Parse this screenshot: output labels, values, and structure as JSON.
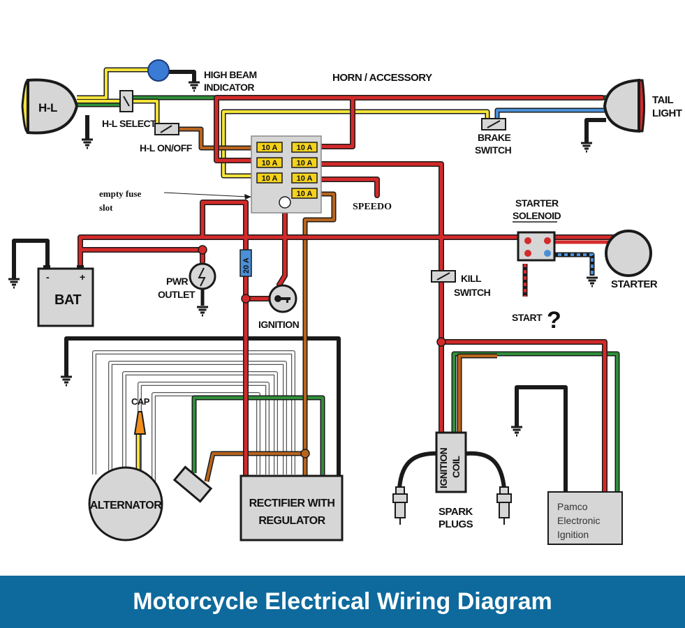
{
  "labels": {
    "headlight": "H-L",
    "high_beam_indicator_1": "HIGH BEAM",
    "high_beam_indicator_2": "INDICATOR",
    "hl_select": "H-L SELECT",
    "hl_onoff": "H-L ON/OFF",
    "horn_accessory": "HORN / ACCESSORY",
    "tail_light_1": "TAIL",
    "tail_light_2": "LIGHT",
    "brake_switch_1": "BRAKE",
    "brake_switch_2": "SWITCH",
    "empty_fuse_slot_1": "empty fuse",
    "empty_fuse_slot_2": "slot",
    "speedo": "SPEEDO",
    "starter_solenoid_1": "STARTER",
    "starter_solenoid_2": "SOLENOID",
    "battery": "BAT",
    "pwr_outlet_1": "PWR",
    "pwr_outlet_2": "OUTLET",
    "ignition": "IGNITION",
    "kill_switch_1": "KILL",
    "kill_switch_2": "SWITCH",
    "start": "START",
    "question_mark": "?",
    "starter": "STARTER",
    "cap": "CAP",
    "alternator": "ALTERNATOR",
    "rectifier_1": "RECTIFIER WITH",
    "rectifier_2": "REGULATOR",
    "ignition_coil_1": "IGNITION",
    "ignition_coil_2": "COIL",
    "spark_plugs_1": "SPARK",
    "spark_plugs_2": "PLUGS",
    "pamco_1": "Pamco",
    "pamco_2": "Electronic",
    "pamco_3": "Ignition",
    "fuse_20a": "20 A"
  },
  "fuses": [
    "10 A",
    "10 A",
    "10 A",
    "10 A",
    "10 A",
    "10 A",
    "10 A"
  ],
  "footer": {
    "title": "Motorcycle Electrical Wiring Diagram"
  },
  "colors": {
    "red_wire": "#d42a2a",
    "yellow_wire": "#f4e33a",
    "green_wire": "#2f8f3a",
    "blue_wire": "#4a90d9",
    "brown_wire": "#b8641e",
    "black_wire": "#1a1a1a",
    "fuse_box": "#d6d6d6",
    "fuse": "#f4d21c",
    "banner": "#0e6a9c"
  }
}
